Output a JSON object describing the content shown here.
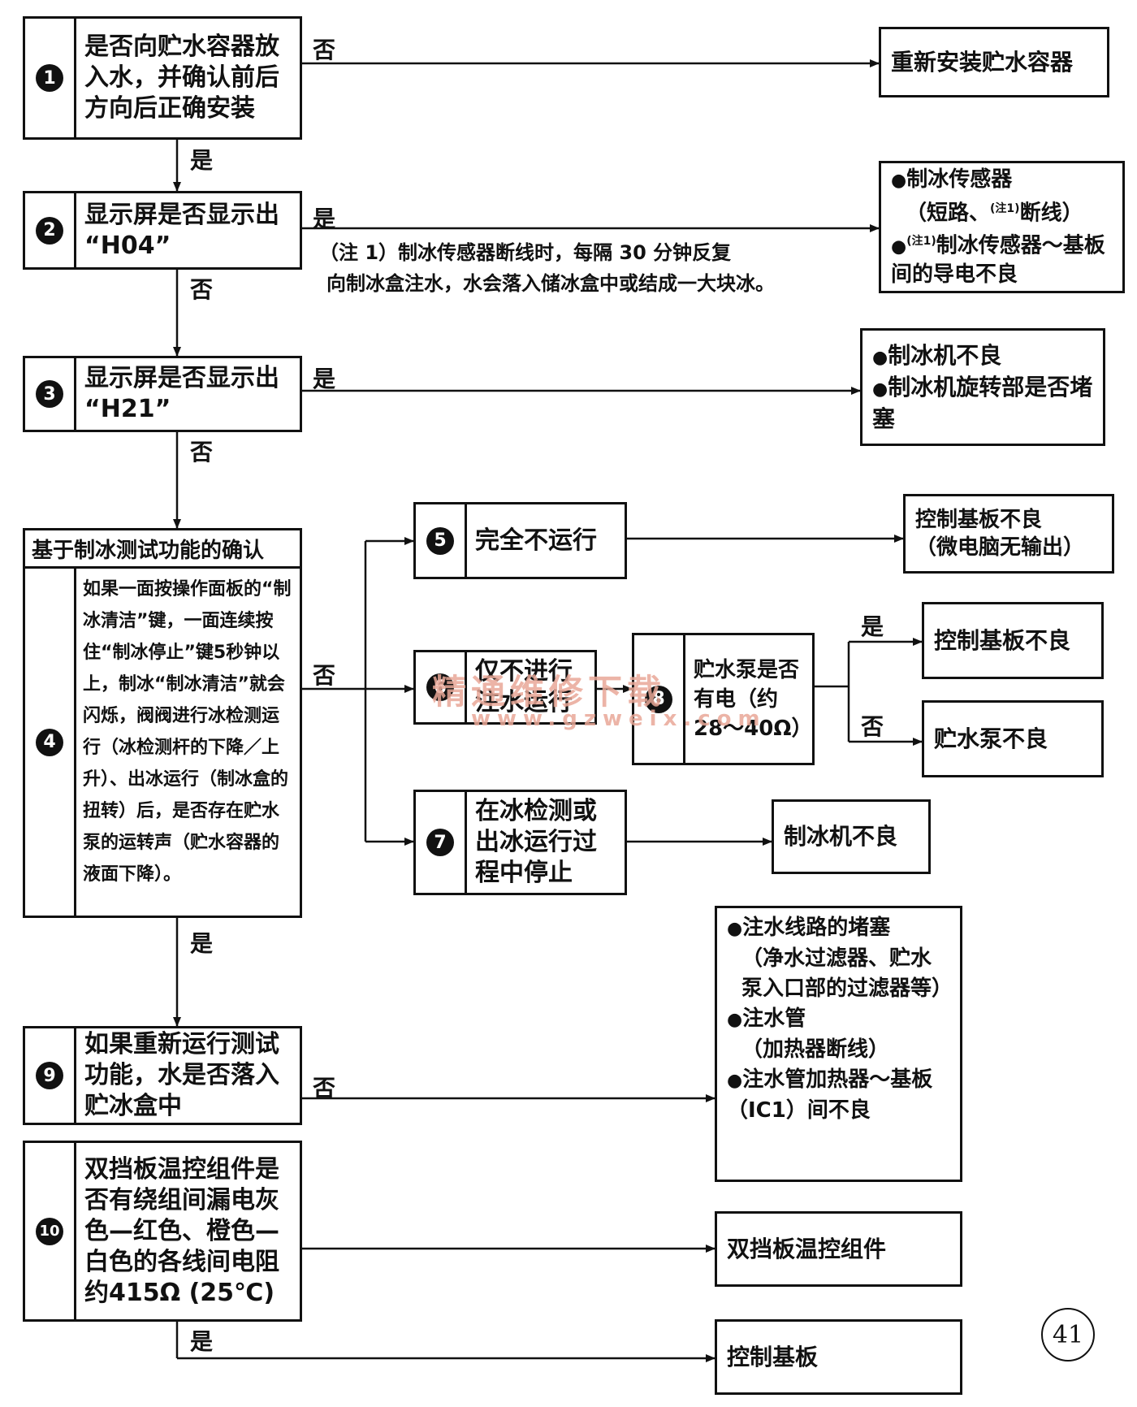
{
  "steps": {
    "s1": {
      "num": "1",
      "text": "是否向贮水容器放入水，并确认前后方向后正确安装"
    },
    "s2": {
      "num": "2",
      "text": "显示屏是否显示出 “H04”"
    },
    "s3": {
      "num": "3",
      "text": "显示屏是否显示出 “H21”"
    },
    "s4": {
      "num": "4",
      "header": "基于制冰测试功能的确认",
      "text": "如果一面按操作面板的“制冰清洁”键，一面连续按住“制冰停止”键5秒钟以上，制冰“制冰清洁”就会闪烁，阀阀进行冰检测运行（冰检测杆的下降／上升）、出冰运行（制冰盒的扭转）后，是否存在贮水泵的运转声（贮水容器的液面下降）。"
    },
    "s5": {
      "num": "5",
      "text": "完全不运行"
    },
    "s6": {
      "num": "6",
      "text": "仅不进行注水运行"
    },
    "s7": {
      "num": "7",
      "text": "在冰检测或出冰运行过程中停止"
    },
    "s8": {
      "num": "8",
      "text": "贮水泵是否有电（约28～40Ω）"
    },
    "s9": {
      "num": "9",
      "text": "如果重新运行测试功能，水是否落入贮冰盒中"
    },
    "s10": {
      "num": "10",
      "text": "双挡板温控组件是否有绕组间漏电灰色—红色、橙色—白色的各线间电阻约415Ω (25℃)"
    }
  },
  "outcomes": {
    "o1": "重新安装贮水容器",
    "o2a": "制冰传感器",
    "o2b_pre": "（短路、",
    "o2b_sup": "(注1)",
    "o2b_post": "断线）",
    "o2c_sup": "(注1)",
    "o2c": "制冰传感器～基板间的导电不良",
    "o3a": "制冰机不良",
    "o3b": "制冰机旋转部是否堵塞",
    "o5a": "控制基板不良",
    "o5b": "（微电脑无输出）",
    "o8yes": "控制基板不良",
    "o8no": "贮水泵不良",
    "o7": "制冰机不良",
    "o9a": "注水线路的堵塞",
    "o9b": "（净水过滤器、贮水泵入口部的过滤器等）",
    "o9c": "注水管",
    "o9d": "（加热器断线）",
    "o9e": "注水管加热器～基板（IC1）间不良",
    "o10yes": "双挡板温控组件",
    "o10no": "控制基板"
  },
  "labels": {
    "yes": "是",
    "no": "否"
  },
  "note": {
    "line1": "（注 1）制冰传感器断线时，每隔 30 分钟反复",
    "line2": "向制冰盒注水，水会落入储冰盒中或结成一大块冰。"
  },
  "bullet": "●",
  "watermark": {
    "cn": "精通维修下载",
    "url": "www.gzweix.com"
  },
  "page_number": "41"
}
